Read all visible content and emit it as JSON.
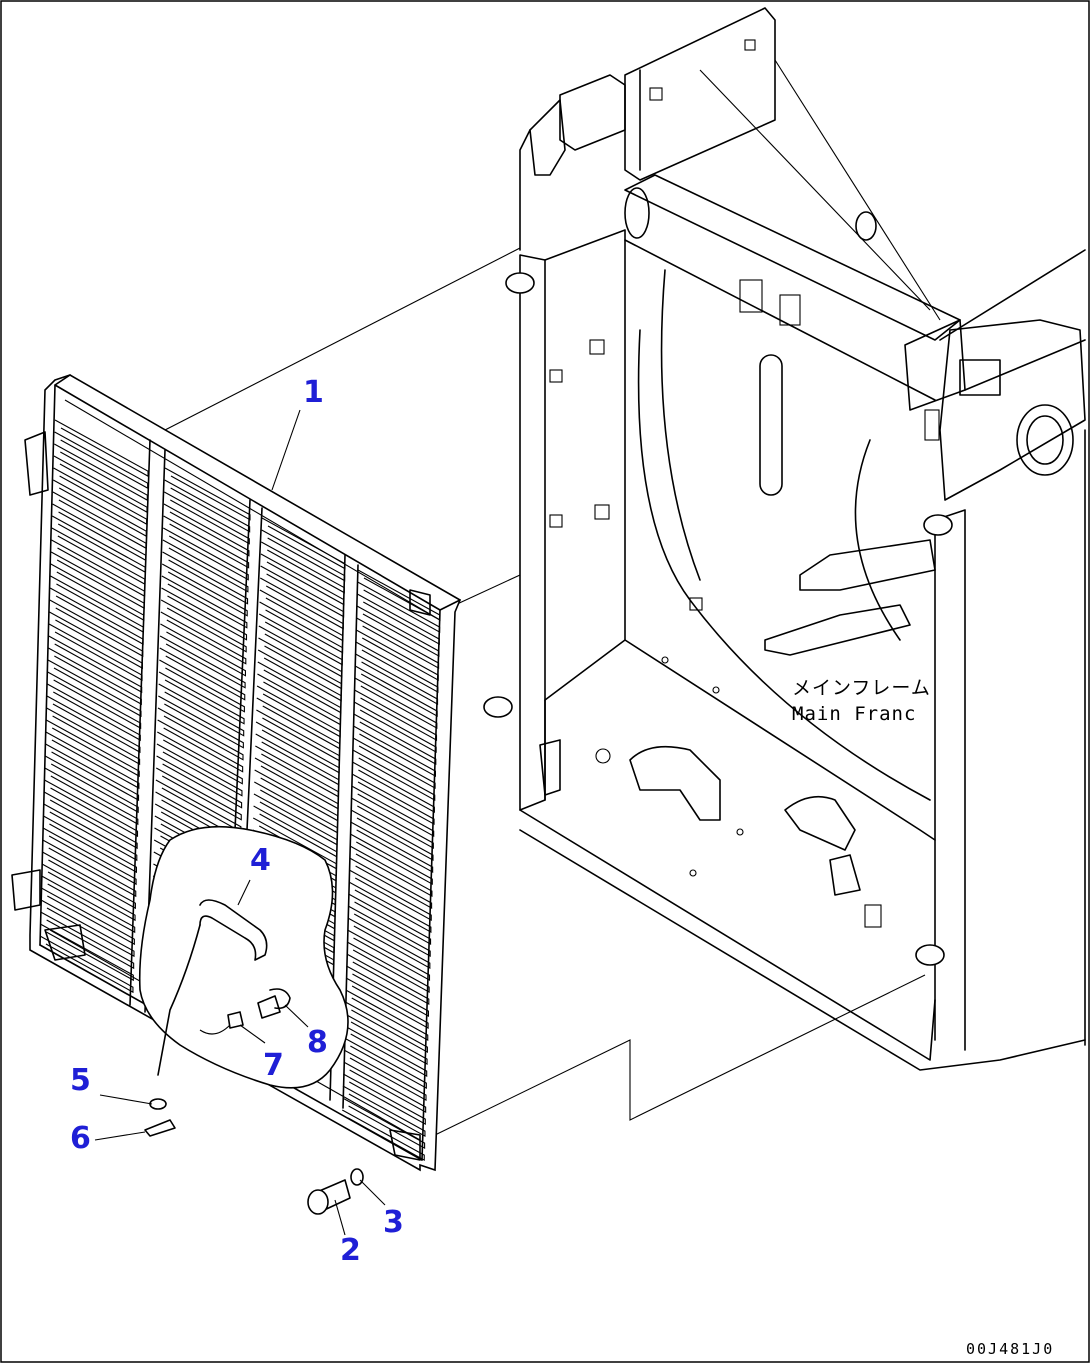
{
  "callouts": [
    {
      "number": "1"
    },
    {
      "number": "2"
    },
    {
      "number": "3"
    },
    {
      "number": "4"
    },
    {
      "number": "5"
    },
    {
      "number": "6"
    },
    {
      "number": "7"
    },
    {
      "number": "8"
    }
  ],
  "frame_label_jp": "メインフレーム",
  "frame_label_en": "Main Franc",
  "drawing_number": "00J481J0"
}
